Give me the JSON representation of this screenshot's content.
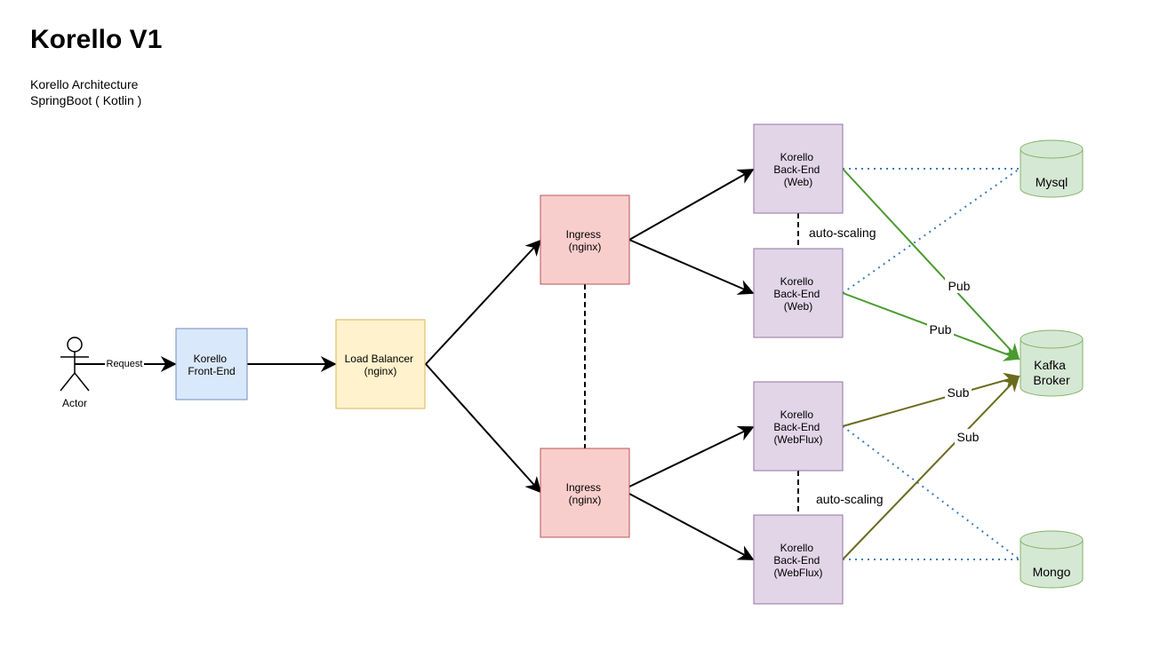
{
  "title": "Korello V1",
  "subtitle": [
    "Korello Architecture",
    "SpringBoot ( Kotlin )"
  ],
  "actor": {
    "label": "Actor"
  },
  "request_label": "Request",
  "nodes": {
    "frontend": [
      "Korello",
      "Front-End"
    ],
    "load_balancer": [
      "Load Balancer",
      "(nginx)"
    ],
    "ingress_top": [
      "Ingress",
      "(nginx)"
    ],
    "ingress_bottom": [
      "Ingress",
      "(nginx)"
    ],
    "backend_web_1": [
      "Korello",
      "Back-End",
      "(Web)"
    ],
    "backend_web_2": [
      "Korello",
      "Back-End",
      "(Web)"
    ],
    "backend_webflux_1": [
      "Korello",
      "Back-End",
      "(WebFlux)"
    ],
    "backend_webflux_2": [
      "Korello",
      "Back-End",
      "(WebFlux)"
    ],
    "mysql": [
      "Mysql"
    ],
    "kafka": [
      "Kafka",
      "Broker"
    ],
    "mongo": [
      "Mongo"
    ]
  },
  "edge_labels": {
    "auto_scaling_web": "auto-scaling",
    "auto_scaling_webflux": "auto-scaling",
    "pub_1": "Pub",
    "pub_2": "Pub",
    "sub_1": "Sub",
    "sub_2": "Sub"
  },
  "colors": {
    "frontend_fill": "#dae8fc",
    "frontend_stroke": "#6c8ebf",
    "lb_fill": "#fff2cc",
    "lb_stroke": "#d6b656",
    "ingress_fill": "#f8cecc",
    "ingress_stroke": "#b85450",
    "backend_fill": "#e1d5e7",
    "backend_stroke": "#9673a6",
    "db_fill": "#d5e8d4",
    "db_stroke": "#82b366",
    "pub_edge": "#4a9a2e",
    "sub_edge": "#6b6b1e",
    "db_edge": "#3a7cb8"
  }
}
